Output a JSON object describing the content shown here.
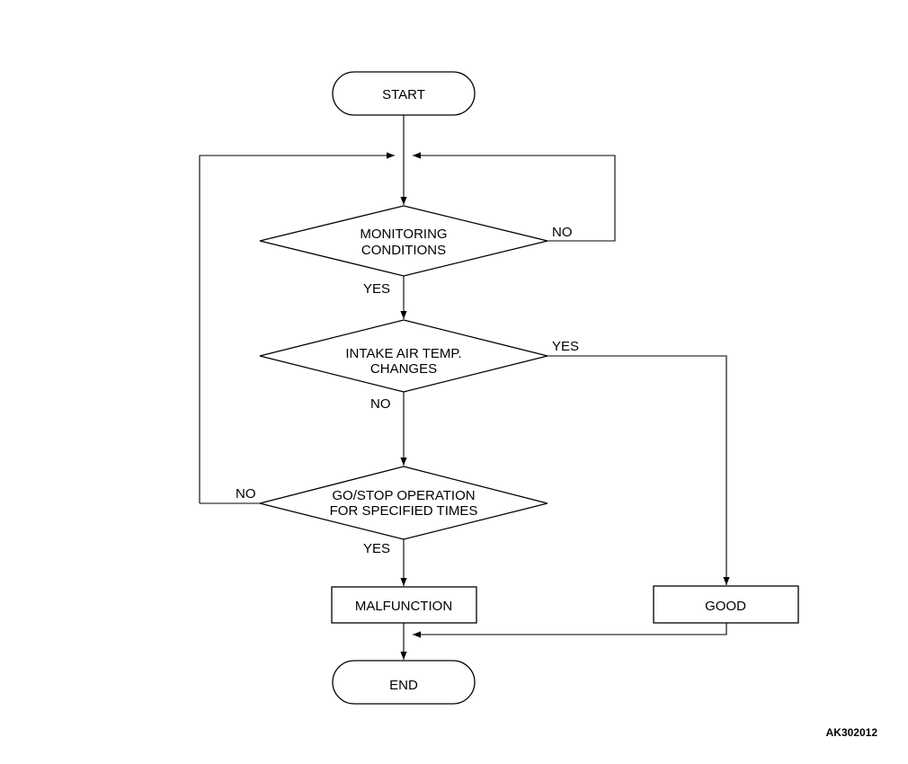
{
  "flowchart": {
    "start": "START",
    "monitoring_conditions": [
      "MONITORING",
      "CONDITIONS"
    ],
    "intake_air_temp": [
      "INTAKE AIR TEMP.",
      "CHANGES"
    ],
    "go_stop_operation": [
      "GO/STOP OPERATION",
      "FOR SPECIFIED TIMES"
    ],
    "malfunction": "MALFUNCTION",
    "good": "GOOD",
    "end": "END",
    "labels": {
      "monitoring_no": "NO",
      "monitoring_yes": "YES",
      "intake_yes": "YES",
      "intake_no": "NO",
      "gostop_no": "NO",
      "gostop_yes": "YES"
    }
  },
  "figure_code": "AK302012"
}
